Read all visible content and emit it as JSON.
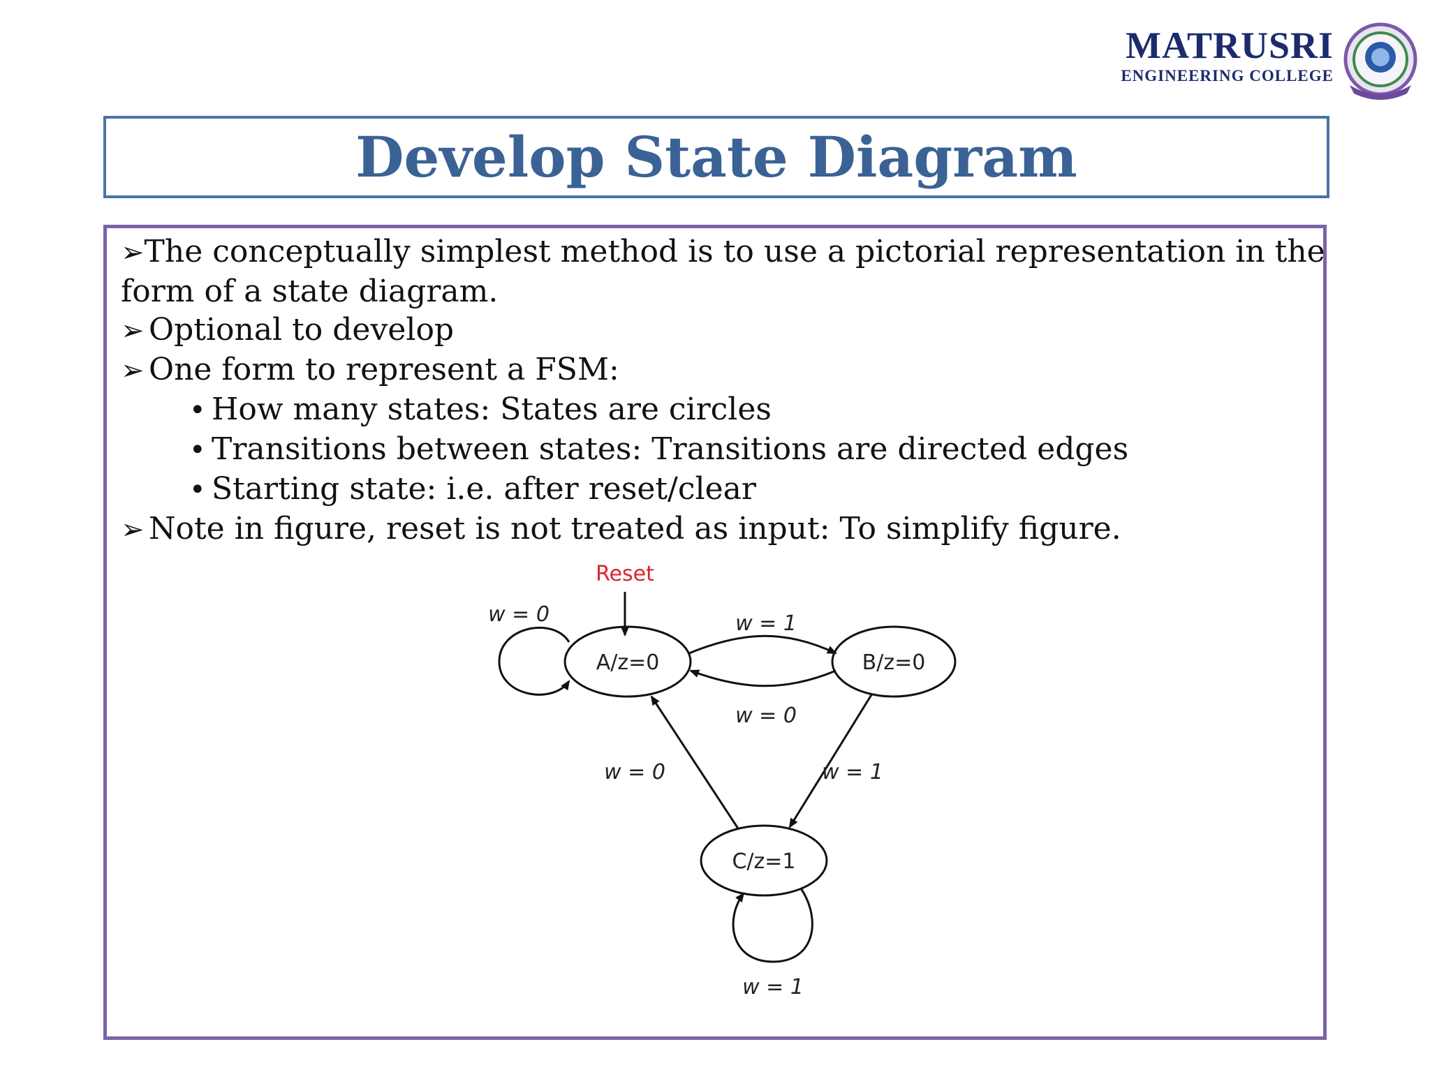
{
  "logo": {
    "name": "MATRUSRI",
    "subtitle": "ENGINEERING COLLEGE",
    "seal_colors": {
      "outer": "#7a5aa8",
      "inner": "#2a5aa8",
      "ribbon": "#6b4a9a"
    }
  },
  "title": "Develop State Diagram",
  "bullets": [
    {
      "type": "arrow",
      "text": "The conceptually simplest method is to use a pictorial representation in the"
    },
    {
      "type": "continuation",
      "text": "form of a state diagram."
    },
    {
      "type": "arrow",
      "text": "Optional to develop"
    },
    {
      "type": "arrow",
      "text": "One form to represent a FSM:"
    },
    {
      "type": "dot",
      "text": "How many states: States are circles"
    },
    {
      "type": "dot",
      "text": "Transitions between states: Transitions are directed edges"
    },
    {
      "type": "dot",
      "text": "Starting state: i.e. after reset/clear"
    },
    {
      "type": "arrow",
      "text": "Note in figure, reset is not treated as input: To simplify figure."
    }
  ],
  "diagram": {
    "reset_label": "Reset",
    "reset_color": "#d9262c",
    "states": {
      "A": "A/z=0",
      "B": "B/z=0",
      "C": "C/z=1"
    },
    "transitions": {
      "A_self": "w = 0",
      "A_to_B": "w = 1",
      "B_to_A": "w = 0",
      "C_to_A": "w = 0",
      "B_to_C": "w = 1",
      "C_self": "w = 1"
    }
  },
  "colors": {
    "title_border": "#4a74a8",
    "title_text": "#3a6294",
    "content_border": "#7c64a6"
  }
}
